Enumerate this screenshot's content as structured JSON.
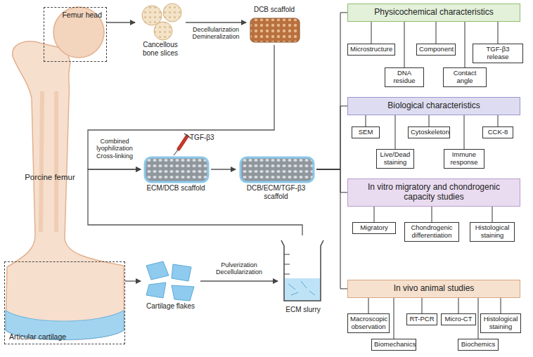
{
  "diagram": {
    "nodes": [
      {
        "text": [
          "Femur head"
        ]
      },
      {
        "text": [
          "Cancellous bone slices"
        ]
      },
      {
        "text": [
          "DCB scaffold"
        ]
      },
      {
        "text": [
          "ECM/DCB scaffold"
        ]
      },
      {
        "text": [
          "DCB/ECM/TGF-β3 scaffold"
        ]
      },
      {
        "text": [
          "Articular cartilage"
        ]
      },
      {
        "text": [
          "Cartilage flakes"
        ]
      },
      {
        "text": [
          "ECM slurry"
        ]
      },
      {
        "text": [
          "Physicochemical characteristics"
        ]
      },
      {
        "text": [
          "Microstructure"
        ]
      },
      {
        "text": [
          "DNA residue"
        ]
      },
      {
        "text": [
          "Component"
        ]
      },
      {
        "text": [
          "Contact angle"
        ]
      },
      {
        "text": [
          "TGF-β3 release"
        ]
      },
      {
        "text": [
          "Biological characteristics"
        ]
      },
      {
        "text": [
          "SEM"
        ]
      },
      {
        "text": [
          "Live/Dead staining"
        ]
      },
      {
        "text": [
          "Cytoskeleton"
        ]
      },
      {
        "text": [
          "Immune response"
        ]
      },
      {
        "text": [
          "CCK-8"
        ]
      },
      {
        "text": [
          "In vitro migratory and chondrogenic capacity studies"
        ]
      },
      {
        "text": [
          "Migratory"
        ]
      },
      {
        "text": [
          "Chondrogenic differentiation"
        ]
      },
      {
        "text": [
          "Histological staining"
        ]
      },
      {
        "text": [
          "In vivo animal studies"
        ]
      },
      {
        "text": [
          "Macroscopic observation"
        ]
      },
      {
        "text": [
          "Biomechanics"
        ]
      },
      {
        "text": [
          "RT-PCR"
        ]
      },
      {
        "text": [
          "Micro-CT"
        ]
      },
      {
        "text": [
          "Biochemics"
        ]
      },
      {
        "text": [
          "Histological staining"
        ]
      }
    ],
    "edges": [
      {
        "from": 0,
        "to": 1,
        "arrow": "to"
      },
      {
        "from": 1,
        "to": 2,
        "arrow": "to",
        "label": "Decellularization Demineralization"
      },
      {
        "from": 2,
        "to": 3,
        "arrow": "to",
        "label": "Combined lyophilization Cross-linking"
      },
      {
        "from": 5,
        "to": 6,
        "arrow": "to"
      },
      {
        "from": 6,
        "to": 7,
        "arrow": "to",
        "label": "Pulverization Decellularization"
      },
      {
        "from": 7,
        "to": 3,
        "arrow": "to"
      },
      {
        "from": 3,
        "to": 4,
        "arrow": "to"
      },
      {
        "from": 4,
        "to": 8,
        "arrow": "none"
      },
      {
        "from": 4,
        "to": 14,
        "arrow": "none"
      },
      {
        "from": 4,
        "to": 20,
        "arrow": "none"
      },
      {
        "from": 4,
        "to": 24,
        "arrow": "none"
      },
      {
        "from": 8,
        "to": 9,
        "arrow": "none"
      },
      {
        "from": 8,
        "to": 10,
        "arrow": "none"
      },
      {
        "from": 8,
        "to": 11,
        "arrow": "none"
      },
      {
        "from": 8,
        "to": 12,
        "arrow": "none"
      },
      {
        "from": 8,
        "to": 13,
        "arrow": "none"
      },
      {
        "from": 14,
        "to": 15,
        "arrow": "none"
      },
      {
        "from": 14,
        "to": 16,
        "arrow": "none"
      },
      {
        "from": 14,
        "to": 17,
        "arrow": "none"
      },
      {
        "from": 14,
        "to": 18,
        "arrow": "none"
      },
      {
        "from": 14,
        "to": 19,
        "arrow": "none"
      },
      {
        "from": 20,
        "to": 21,
        "arrow": "none"
      },
      {
        "from": 20,
        "to": 22,
        "arrow": "none"
      },
      {
        "from": 20,
        "to": 23,
        "arrow": "none"
      },
      {
        "from": 24,
        "to": 25,
        "arrow": "none"
      },
      {
        "from": 24,
        "to": 26,
        "arrow": "none"
      },
      {
        "from": 24,
        "to": 27,
        "arrow": "none"
      },
      {
        "from": 24,
        "to": 28,
        "arrow": "none"
      },
      {
        "from": 24,
        "to": 29,
        "arrow": "none"
      },
      {
        "from": 24,
        "to": 30,
        "arrow": "none"
      }
    ],
    "labels": [
      "Porcine femur",
      "TGF-β3"
    ]
  }
}
